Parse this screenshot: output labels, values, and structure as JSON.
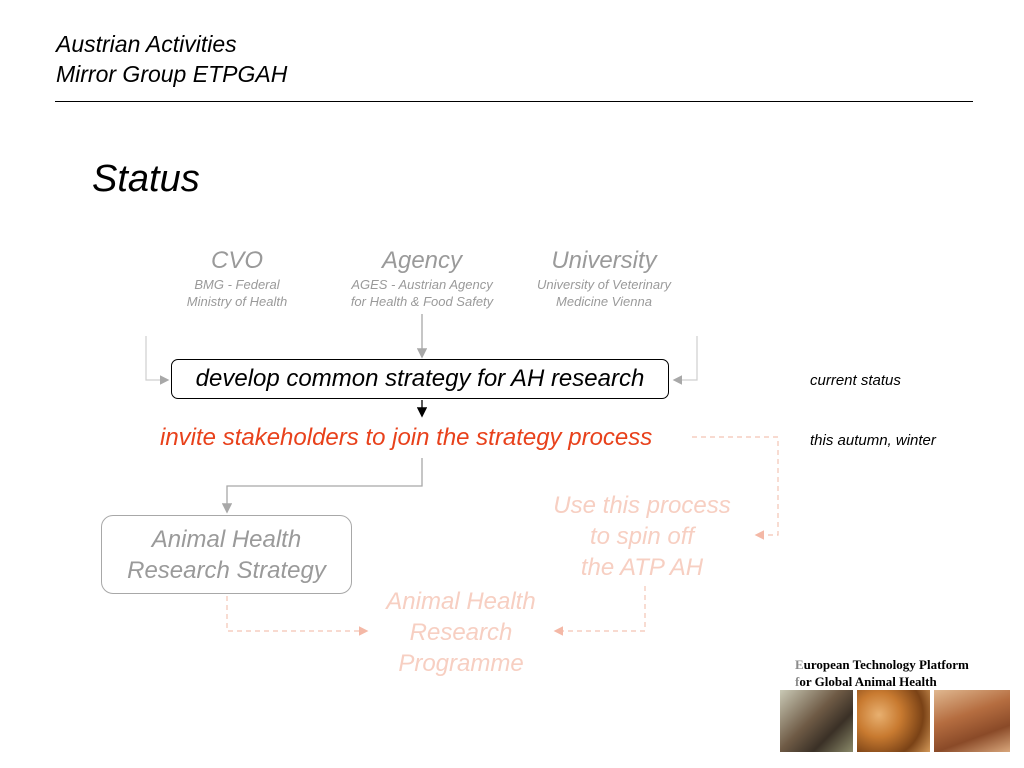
{
  "header": {
    "line1": "Austrian Activities",
    "line2": "Mirror Group ETPGAH"
  },
  "slide_title": "Status",
  "stakeholders": [
    {
      "name": "CVO",
      "sub1": "BMG - Federal",
      "sub2": "Ministry of Health"
    },
    {
      "name": "Agency",
      "sub1": "AGES - Austrian Agency",
      "sub2": "for Health & Food Safety"
    },
    {
      "name": "University",
      "sub1": "University of Veterinary",
      "sub2": "Medicine Vienna"
    }
  ],
  "main_box": "develop common strategy for AH research",
  "invite": "invite stakeholders to join the strategy process",
  "status_labels": {
    "current": "current status",
    "future": "this autumn, winter"
  },
  "ahrs_box": {
    "line1": "Animal Health",
    "line2": "Research Strategy"
  },
  "spin_off": {
    "line1": "Use this process",
    "line2": "to spin off",
    "line3": "the ATP AH"
  },
  "programme": {
    "line1": "Animal Health",
    "line2": "Research",
    "line3": "Programme"
  },
  "footer": {
    "etp_cap1": "E",
    "etp_rest1": "uropean Technology Platform",
    "etp_cap2": "f",
    "etp_rest2": "or Global Animal Health"
  },
  "colors": {
    "invite": "#e8411b",
    "faint": "#f7cfc2",
    "grey": "#9a9a9a"
  }
}
